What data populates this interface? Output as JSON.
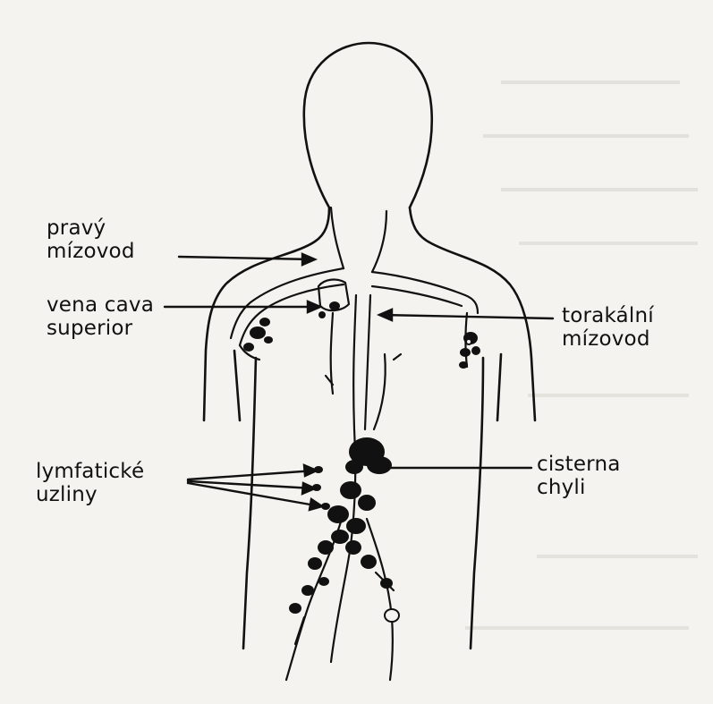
{
  "labels": {
    "right_lymph_duct_line1": "pravý",
    "right_lymph_duct_line2": "mízovod",
    "svc_line1": "vena cava",
    "svc_line2": "superior",
    "thoracic_duct_line1": "torakální",
    "thoracic_duct_line2": "mízovod",
    "lymph_nodes_line1": "lymfatické",
    "lymph_nodes_line2": "uzliny",
    "cisterna_line1": "cisterna",
    "cisterna_line2": "chyli"
  },
  "colors": {
    "ink": "#111111",
    "paper": "#f4f3ef",
    "bleed_through": "#c9c7c0"
  }
}
